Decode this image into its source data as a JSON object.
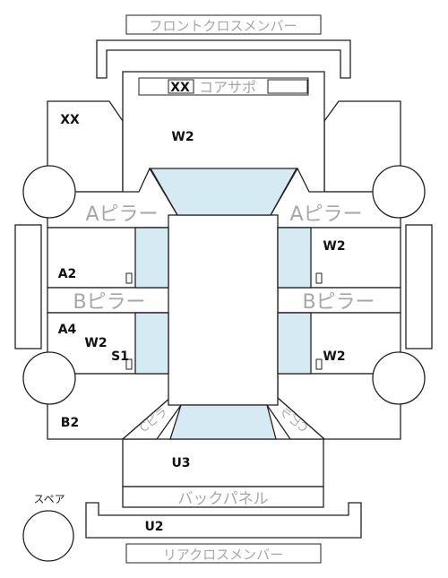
{
  "parts": {
    "front_cross_member": "フロントクロスメンバー",
    "radiator_support": "コアサポ",
    "a_pillar_left": "Aピラー",
    "a_pillar_right": "Aピラー",
    "b_pillar_left": "Bピラー",
    "b_pillar_right": "Bピラー",
    "c_pillar_left": "Cピラ",
    "c_pillar_right": "Cピラ",
    "back_panel": "バックパネル",
    "rear_cross_member": "リアクロスメンバー",
    "spare": "スペア"
  },
  "codes": {
    "radiator_support": "XX",
    "front_left_fender": "XX",
    "hood": "W2",
    "front_right_door": "W2",
    "front_left_door": "A2",
    "rear_left_door_a": "A4",
    "rear_left_door_w": "W2",
    "rear_left_door_s": "S1",
    "rear_right_door": "W2",
    "rear_left_quarter": "B2",
    "trunk": "U3",
    "rear_cross_member": "U2"
  }
}
